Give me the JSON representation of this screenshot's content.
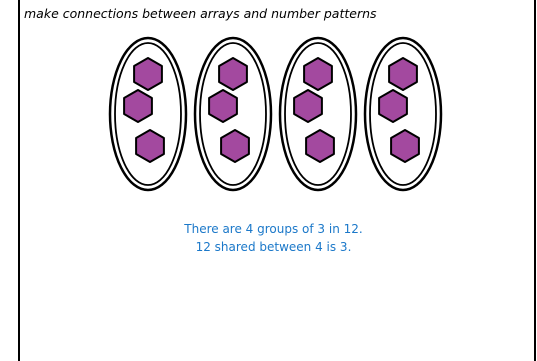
{
  "heading": "make connections between arrays and number patterns",
  "array": {
    "groups": 4,
    "items_per_group": 3,
    "item_shape": "hexagon",
    "item_color": "#a3499f",
    "outline_color": "#000000"
  },
  "caption": {
    "line1": "There are 4 groups of 3 in 12.",
    "line2": "12 shared between 4 is 3."
  },
  "colors": {
    "caption": "#1b78c9",
    "hexagon_fill": "#a3499f"
  }
}
